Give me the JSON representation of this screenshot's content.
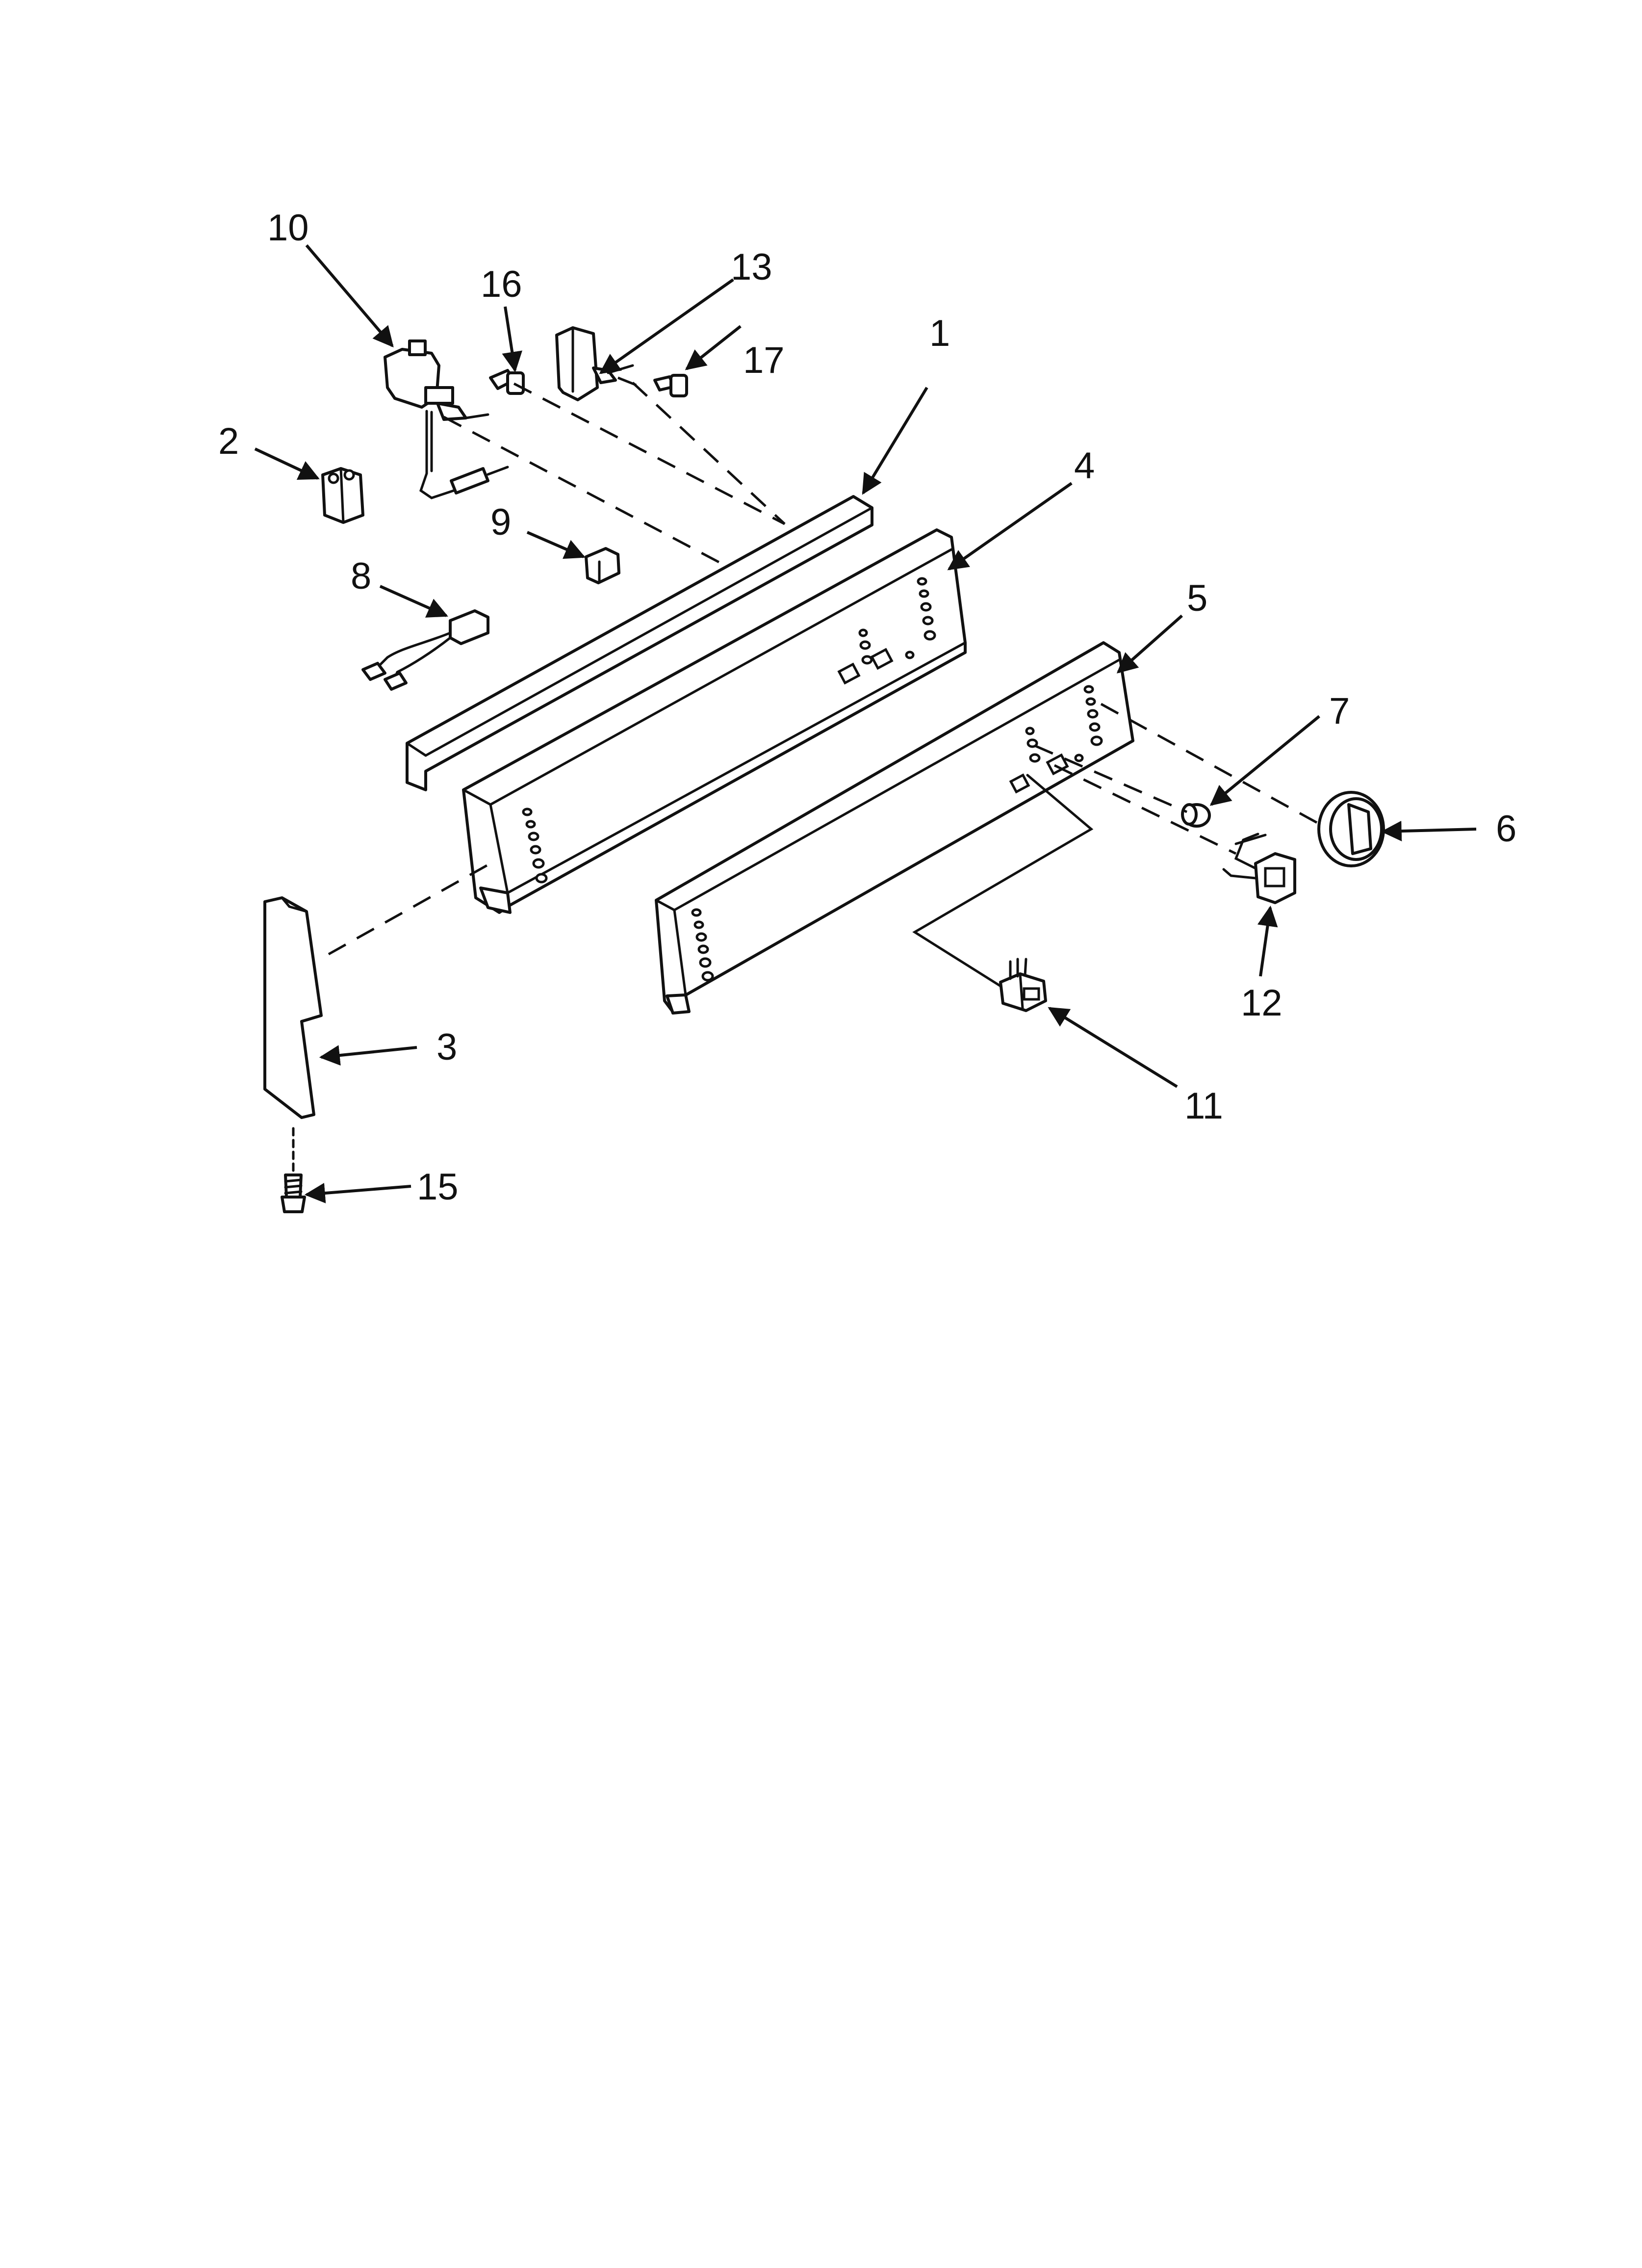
{
  "callouts": {
    "c1": "1",
    "c2": "2",
    "c3": "3",
    "c4": "4",
    "c5": "5",
    "c6": "6",
    "c7": "7",
    "c8": "8",
    "c9": "9",
    "c10": "10",
    "c11": "11",
    "c12": "12",
    "c13": "13",
    "c15": "15",
    "c16": "16",
    "c17": "17"
  }
}
